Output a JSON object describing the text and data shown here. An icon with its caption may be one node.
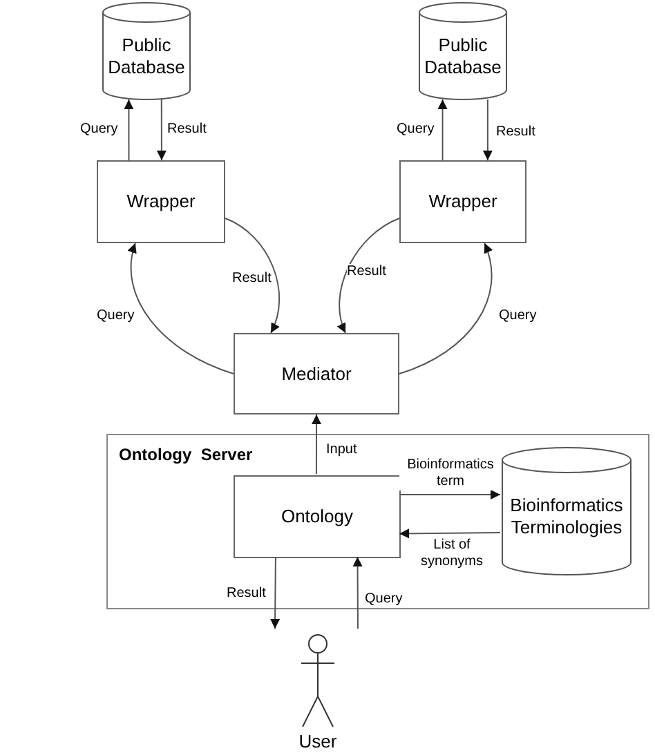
{
  "diagram": {
    "nodes": [
      {
        "text": [
          "Public Database"
        ]
      },
      {
        "text": [
          "Public Database"
        ]
      },
      {
        "text": [
          "Wrapper"
        ]
      },
      {
        "text": [
          "Wrapper"
        ]
      },
      {
        "text": [
          "Mediator"
        ]
      },
      {
        "text": [
          "Ontology  Server"
        ]
      },
      {
        "text": [
          "Ontology"
        ],
        "in": 5
      },
      {
        "text": [
          "Bioinformatics Terminologies"
        ],
        "in": 5
      },
      {
        "text": [
          "User"
        ]
      }
    ],
    "edges": [
      {
        "from": 2,
        "to": 0,
        "arrow": "to",
        "label": "Query"
      },
      {
        "from": 0,
        "to": 2,
        "arrow": "to",
        "label": "Result"
      },
      {
        "from": 3,
        "to": 1,
        "arrow": "to",
        "label": "Query"
      },
      {
        "from": 1,
        "to": 3,
        "arrow": "to",
        "label": "Result"
      },
      {
        "from": 2,
        "to": 4,
        "arrow": "to",
        "label": "Result"
      },
      {
        "from": 4,
        "to": 2,
        "arrow": "to",
        "label": "Query"
      },
      {
        "from": 3,
        "to": 4,
        "arrow": "to",
        "label": "Result"
      },
      {
        "from": 4,
        "to": 3,
        "arrow": "to",
        "label": "Query"
      },
      {
        "from": 6,
        "to": 4,
        "arrow": "to",
        "label": "Input"
      },
      {
        "from": 6,
        "to": 7,
        "arrow": "to",
        "label": "Bioinformatics term"
      },
      {
        "from": 7,
        "to": 6,
        "arrow": "to",
        "label": "List of synonyms"
      },
      {
        "from": 6,
        "to": 8,
        "arrow": "to",
        "label": "Result"
      },
      {
        "from": 8,
        "to": 6,
        "arrow": "to",
        "label": "Query"
      }
    ]
  }
}
